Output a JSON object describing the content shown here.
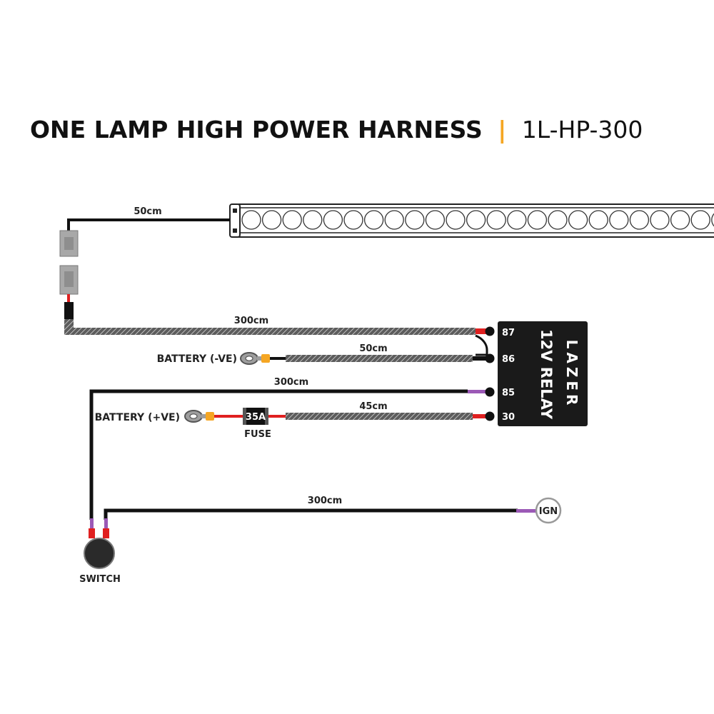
{
  "header": {
    "title": "ONE LAMP HIGH POWER HARNESS",
    "separator": "|",
    "code": "1L-HP-300"
  },
  "colors": {
    "wire": "#111111",
    "sheath": "#6a6a6a",
    "red": "#e02020",
    "purple": "#9b59b6",
    "yellow": "#f5a623",
    "separator": "#f5a623",
    "connector_grey": "#a8a8a8",
    "relay": "#1a1a1a"
  },
  "lengths": {
    "lamp_lead": "50cm",
    "relay_87": "300cm",
    "battery_neg": "50cm",
    "relay_85": "300cm",
    "battery_pos": "45cm",
    "ign_lead": "300cm"
  },
  "relay": {
    "brand": "LAZER",
    "label": "12V RELAY",
    "pins": [
      "87",
      "86",
      "85",
      "30"
    ]
  },
  "battery_neg_label": "BATTERY (-VE)",
  "battery_pos_label": "BATTERY (+VE)",
  "fuse": {
    "rating": "35A",
    "label": "FUSE"
  },
  "ign_label": "IGN",
  "switch_label": "SWITCH"
}
